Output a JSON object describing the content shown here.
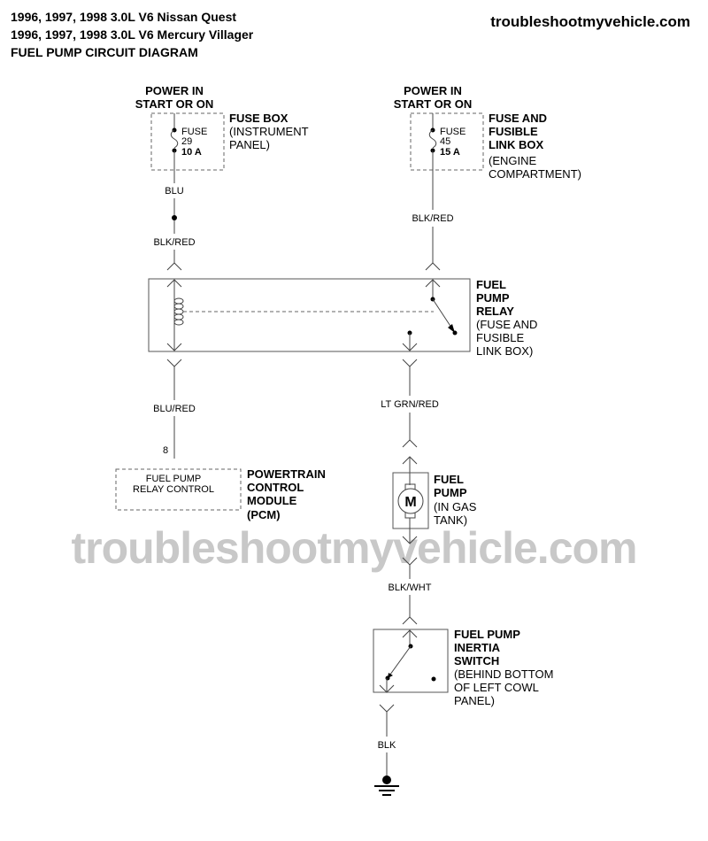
{
  "header": {
    "line1": "1996, 1997, 1998 3.0L V6 Nissan Quest",
    "line2": "1996, 1997, 1998 3.0L V6 Mercury Villager",
    "line3": "FUEL PUMP CIRCUIT DIAGRAM",
    "site": "troubleshootmyvehicle.com"
  },
  "watermark": "troubleshootmyvehicle.com",
  "left_circuit": {
    "power": [
      "POWER IN",
      "START OR ON"
    ],
    "fuse": {
      "label": "FUSE",
      "number": "29",
      "rating": "10 A"
    },
    "fuse_box": [
      "FUSE BOX",
      "(INSTRUMENT",
      "PANEL)"
    ],
    "wire1": "BLU",
    "wire2": "BLK/RED",
    "wire3": "BLU/RED",
    "pin": "8",
    "pcm_box": [
      "FUEL PUMP",
      "RELAY CONTROL"
    ],
    "pcm_label": [
      "POWERTRAIN",
      "CONTROL",
      "MODULE",
      "(PCM)"
    ]
  },
  "right_circuit": {
    "power": [
      "POWER IN",
      "START OR ON"
    ],
    "fuse": {
      "label": "FUSE",
      "number": "45",
      "rating": "15 A"
    },
    "fuse_box": [
      "FUSE AND",
      "FUSIBLE",
      "LINK BOX",
      "(ENGINE",
      "COMPARTMENT)"
    ],
    "wire1": "BLK/RED"
  },
  "relay": {
    "label": [
      "FUEL",
      "PUMP",
      "RELAY",
      "(FUSE AND",
      "FUSIBLE",
      "LINK BOX)"
    ]
  },
  "pump": {
    "wire_in": "LT GRN/RED",
    "motor_symbol": "M",
    "label": [
      "FUEL",
      "PUMP",
      "(IN GAS",
      "TANK)"
    ],
    "wire_out": "BLK/WHT"
  },
  "inertia_switch": {
    "label": [
      "FUEL PUMP",
      "INERTIA",
      "SWITCH",
      "(BEHIND BOTTOM",
      "OF LEFT COWL",
      "PANEL)"
    ],
    "wire_out": "BLK"
  }
}
